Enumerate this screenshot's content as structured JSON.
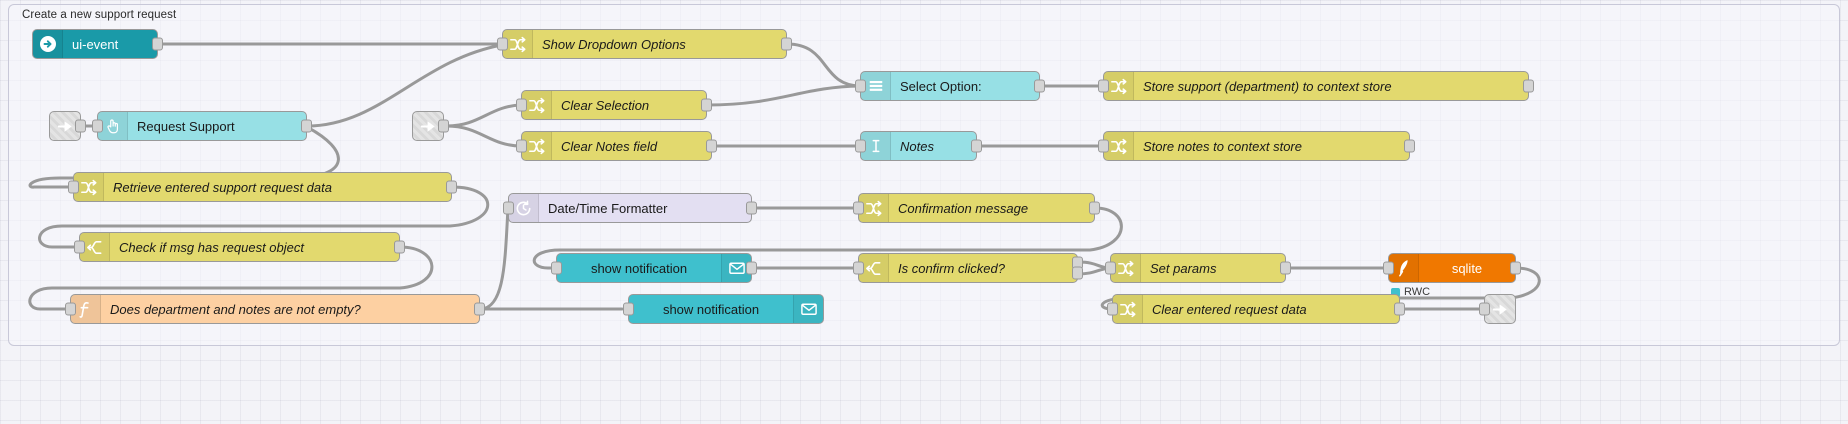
{
  "editor": {
    "group_label": "Create a new support request",
    "canvas_background": "#f3f3f8",
    "wire_color": "#999999",
    "grid": true
  },
  "palette_colors": {
    "change_node": "#e2d96e",
    "switch_node": "#e2d96e",
    "function_node": "#fdd0a2",
    "ui_node": "#97e0e5",
    "ui_node_strong": "#3fc0cd",
    "ui_event_node": "#1a9aa8",
    "datetime_node": "#e3dff2",
    "sqlite_node": "#f07800",
    "port_color": "#d4d4d4"
  },
  "nodes": [
    {
      "id": "ui-event",
      "label": "ui-event",
      "icon": "arrow-right-circle-icon",
      "type": "ui-event",
      "italic": false
    },
    {
      "id": "show-dropdown",
      "label": "Show Dropdown Options",
      "icon": "change-icon",
      "type": "change",
      "italic": true
    },
    {
      "id": "request-support",
      "label": "Request Support",
      "icon": "hand-pointer-icon",
      "type": "ui",
      "italic": false
    },
    {
      "id": "clear-selection",
      "label": "Clear Selection",
      "icon": "change-icon",
      "type": "change",
      "italic": true
    },
    {
      "id": "clear-notes",
      "label": "Clear Notes field",
      "icon": "change-icon",
      "type": "change",
      "italic": true
    },
    {
      "id": "select-option",
      "label": "Select Option:",
      "icon": "dropdown-list-icon",
      "type": "ui",
      "italic": false
    },
    {
      "id": "notes",
      "label": "Notes",
      "icon": "text-cursor-icon",
      "type": "ui",
      "italic": true
    },
    {
      "id": "store-support",
      "label": "Store support (department) to context store",
      "icon": "change-icon",
      "type": "change",
      "italic": true
    },
    {
      "id": "store-notes",
      "label": "Store notes to context store",
      "icon": "change-icon",
      "type": "change",
      "italic": true
    },
    {
      "id": "retrieve-data",
      "label": "Retrieve entered support request data",
      "icon": "change-icon",
      "type": "change",
      "italic": true
    },
    {
      "id": "check-msg",
      "label": "Check if msg has request object",
      "icon": "switch-icon",
      "type": "switch",
      "italic": true
    },
    {
      "id": "dept-notes",
      "label": "Does department and notes are not empty?",
      "icon": "function-f-icon",
      "type": "function",
      "italic": true
    },
    {
      "id": "datetime",
      "label": "Date/Time Formatter",
      "icon": "clock-icon",
      "type": "datetime",
      "italic": false
    },
    {
      "id": "confirmation",
      "label": "Confirmation message",
      "icon": "change-icon",
      "type": "change",
      "italic": true
    },
    {
      "id": "notify-1",
      "label": "show notification",
      "icon": "envelope-icon",
      "type": "ui-strong",
      "italic": false
    },
    {
      "id": "notify-2",
      "label": "show notification",
      "icon": "envelope-icon",
      "type": "ui-strong",
      "italic": false
    },
    {
      "id": "is-confirm",
      "label": "Is confirm clicked?",
      "icon": "switch-icon",
      "type": "switch",
      "italic": true
    },
    {
      "id": "set-params",
      "label": "Set params",
      "icon": "change-icon",
      "type": "change",
      "italic": true
    },
    {
      "id": "sqlite",
      "label": "sqlite",
      "icon": "feather-icon",
      "type": "sqlite",
      "italic": false
    },
    {
      "id": "clear-request",
      "label": "Clear entered request data",
      "icon": "change-icon",
      "type": "change",
      "italic": true
    }
  ],
  "link_nodes": [
    {
      "id": "link-in-1",
      "icon": "link-in-icon"
    },
    {
      "id": "link-in-2",
      "icon": "link-in-icon"
    },
    {
      "id": "link-out-1",
      "icon": "link-out-icon"
    }
  ],
  "status_badges": [
    {
      "for": "sqlite",
      "text": "RWC",
      "dot_color": "#3fc0cd"
    }
  ]
}
